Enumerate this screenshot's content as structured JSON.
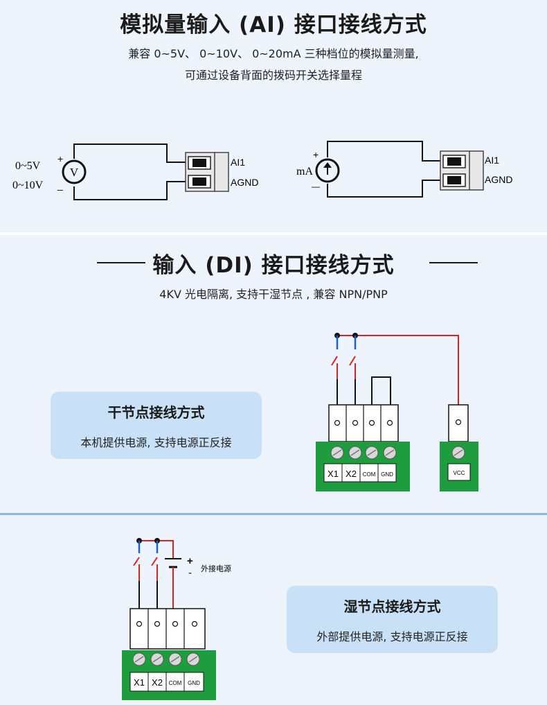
{
  "ai_section": {
    "title": "模拟量输入 (AI) 接口接线方式",
    "desc_line1": "兼容 0~5V、 0~10V、 0~20mA 三种档位的模拟量测量,",
    "desc_line2": "可通过设备背面的拨码开关选择量程",
    "volt_diagram": {
      "range1": "0~5V",
      "range2": "0~10V",
      "plus": "+",
      "minus": "_",
      "symbol": "V",
      "terminal1": "AI1",
      "terminal2": "AGND"
    },
    "current_diagram": {
      "unit": "mA",
      "plus": "+",
      "minus": "—",
      "terminal1": "AI1",
      "terminal2": "AGND"
    }
  },
  "di_section": {
    "title": "输入 (DI) 接口接线方式",
    "desc": "4KV 光电隔离,   支持干湿节点 , 兼容 NPN/PNP"
  },
  "dry_card": {
    "title": "干节点接线方式",
    "desc": "本机提供电源,   支持电源正反接"
  },
  "dry_diagram": {
    "labels": [
      "X1",
      "X2",
      "COM",
      "GND"
    ],
    "vcc_label": "VCC"
  },
  "wet_card": {
    "title": "湿节点接线方式",
    "desc": "外部提供电源,   支持电源正反接"
  },
  "wet_diagram": {
    "labels": [
      "X1",
      "X2",
      "COM",
      "GND"
    ],
    "plus": "+",
    "minus": "-",
    "supply_label": "外接电源"
  },
  "colors": {
    "terminal_green": "#1e9d3f",
    "wire_red": "#e02020",
    "wire_blue": "#1e5fd0",
    "card_blue": "#c9e1f6"
  }
}
